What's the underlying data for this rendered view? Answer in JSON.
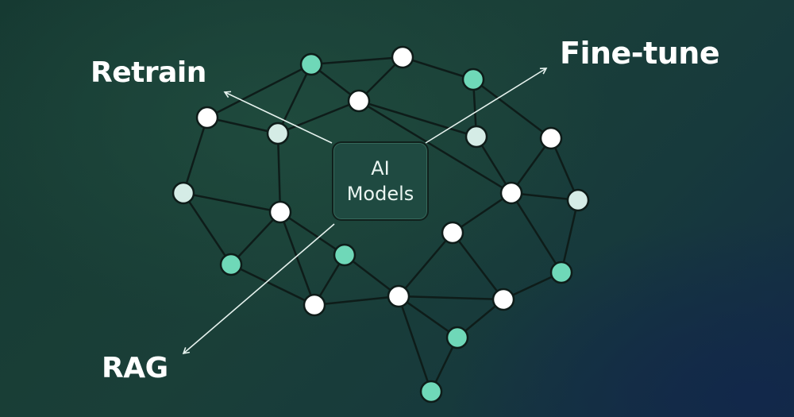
{
  "labels": {
    "retrain": "Retrain",
    "finetune": "Fine-tune",
    "rag": "RAG"
  },
  "center": {
    "line1": "AI",
    "line2": "Models"
  },
  "colors": {
    "node_white": "#ffffff",
    "node_light": "#d5ece6",
    "node_teal": "#6fd8b8",
    "edge": "#0e1c19",
    "arrow": "#e6f2ee"
  }
}
